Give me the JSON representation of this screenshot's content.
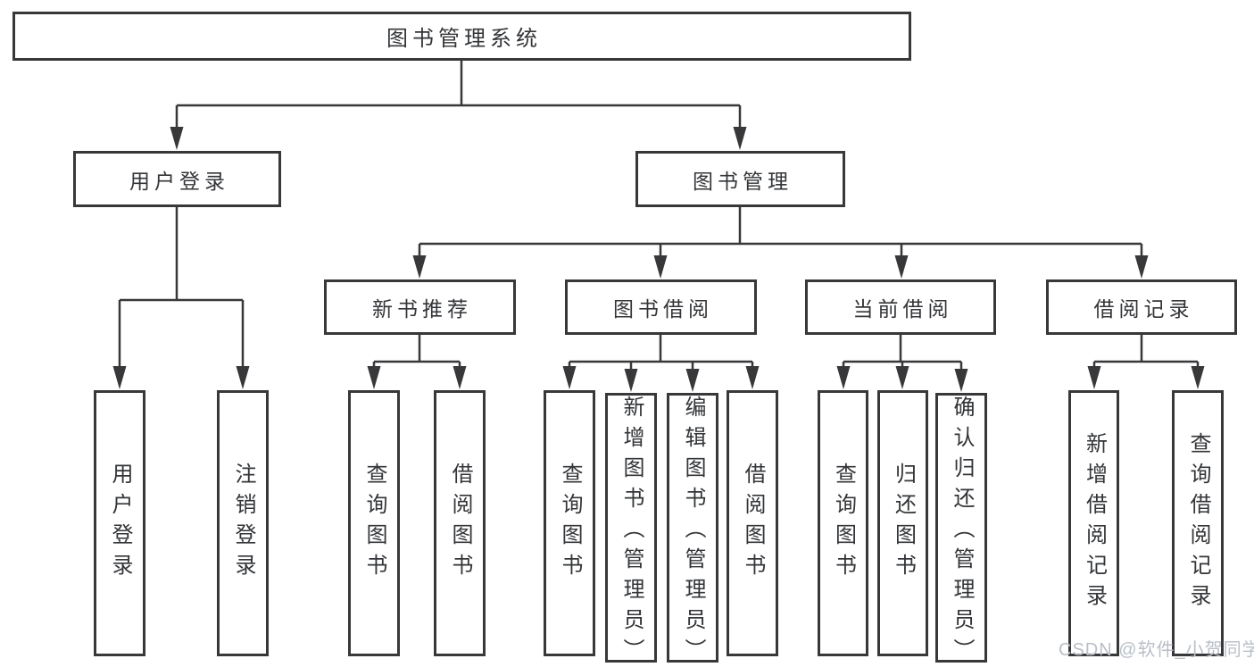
{
  "diagram": {
    "root": {
      "label": "图书管理系统",
      "children": [
        {
          "label": "用户登录",
          "children": [
            {
              "label": "用户登录"
            },
            {
              "label": "注销登录"
            }
          ]
        },
        {
          "label": "图书管理",
          "children": [
            {
              "label": "新书推荐",
              "children": [
                {
                  "label": "查询图书"
                },
                {
                  "label": "借阅图书"
                }
              ]
            },
            {
              "label": "图书借阅",
              "children": [
                {
                  "label": "查询图书"
                },
                {
                  "label": "新增图书（管理员）"
                },
                {
                  "label": "编辑图书（管理员）"
                },
                {
                  "label": "借阅图书"
                }
              ]
            },
            {
              "label": "当前借阅",
              "children": [
                {
                  "label": "查询图书"
                },
                {
                  "label": "归还图书"
                },
                {
                  "label": "确认归还（管理员）"
                }
              ]
            },
            {
              "label": "借阅记录",
              "children": [
                {
                  "label": "新增借阅记录"
                },
                {
                  "label": "查询借阅记录"
                }
              ]
            }
          ]
        }
      ]
    },
    "watermark": "CSDN @软件_小贺同学",
    "colors": {
      "line": "#38383a",
      "text": "#333538",
      "watermark": "#b9bfc7",
      "background": "#ffffff"
    }
  }
}
